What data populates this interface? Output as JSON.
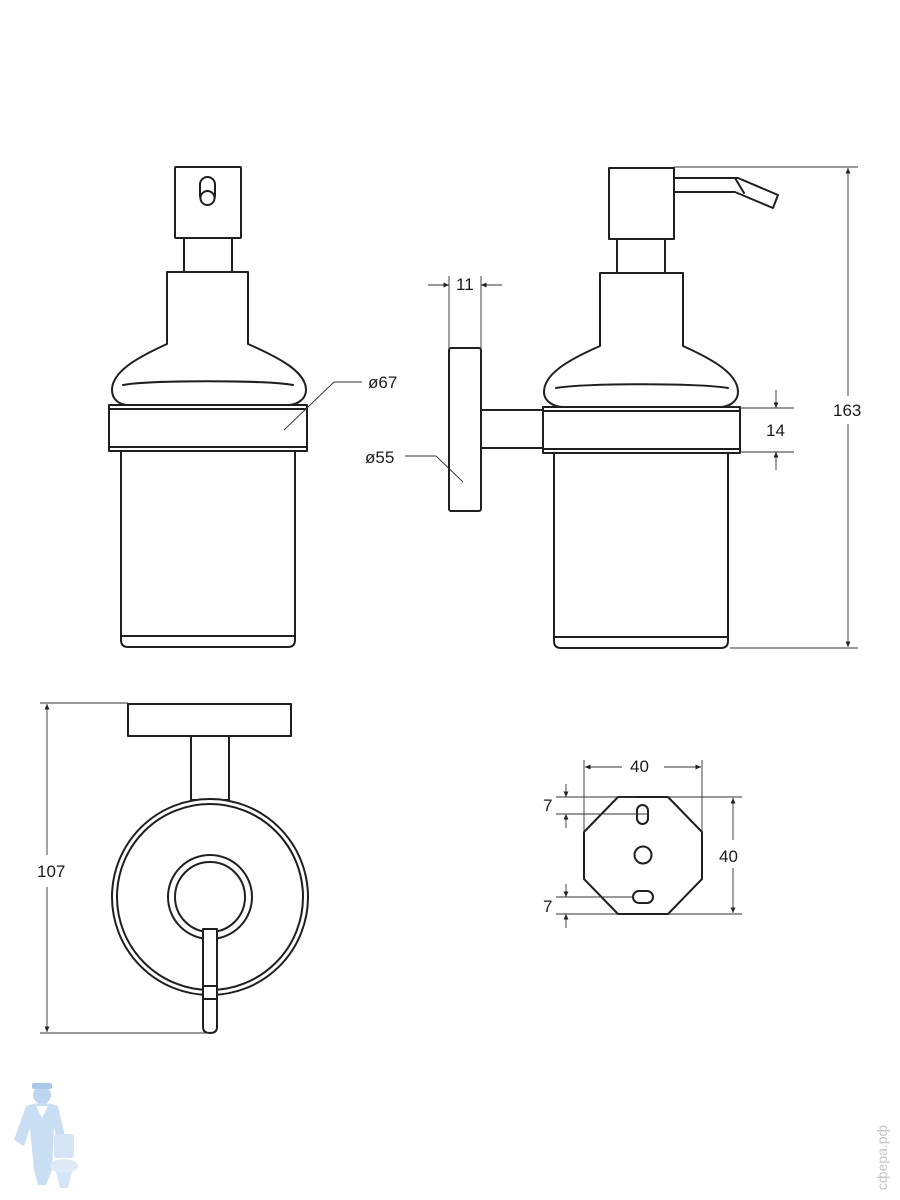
{
  "drawing": {
    "dimensions": {
      "shelf_diameter": "ø67",
      "flange_diameter": "ø55",
      "flange_depth": "11",
      "holder_height": "14",
      "total_height": "163",
      "total_depth": "107",
      "plate_width": "40",
      "plate_height": "40",
      "slot_top": "7",
      "slot_bottom": "7"
    },
    "watermark": "сфера.рф"
  }
}
